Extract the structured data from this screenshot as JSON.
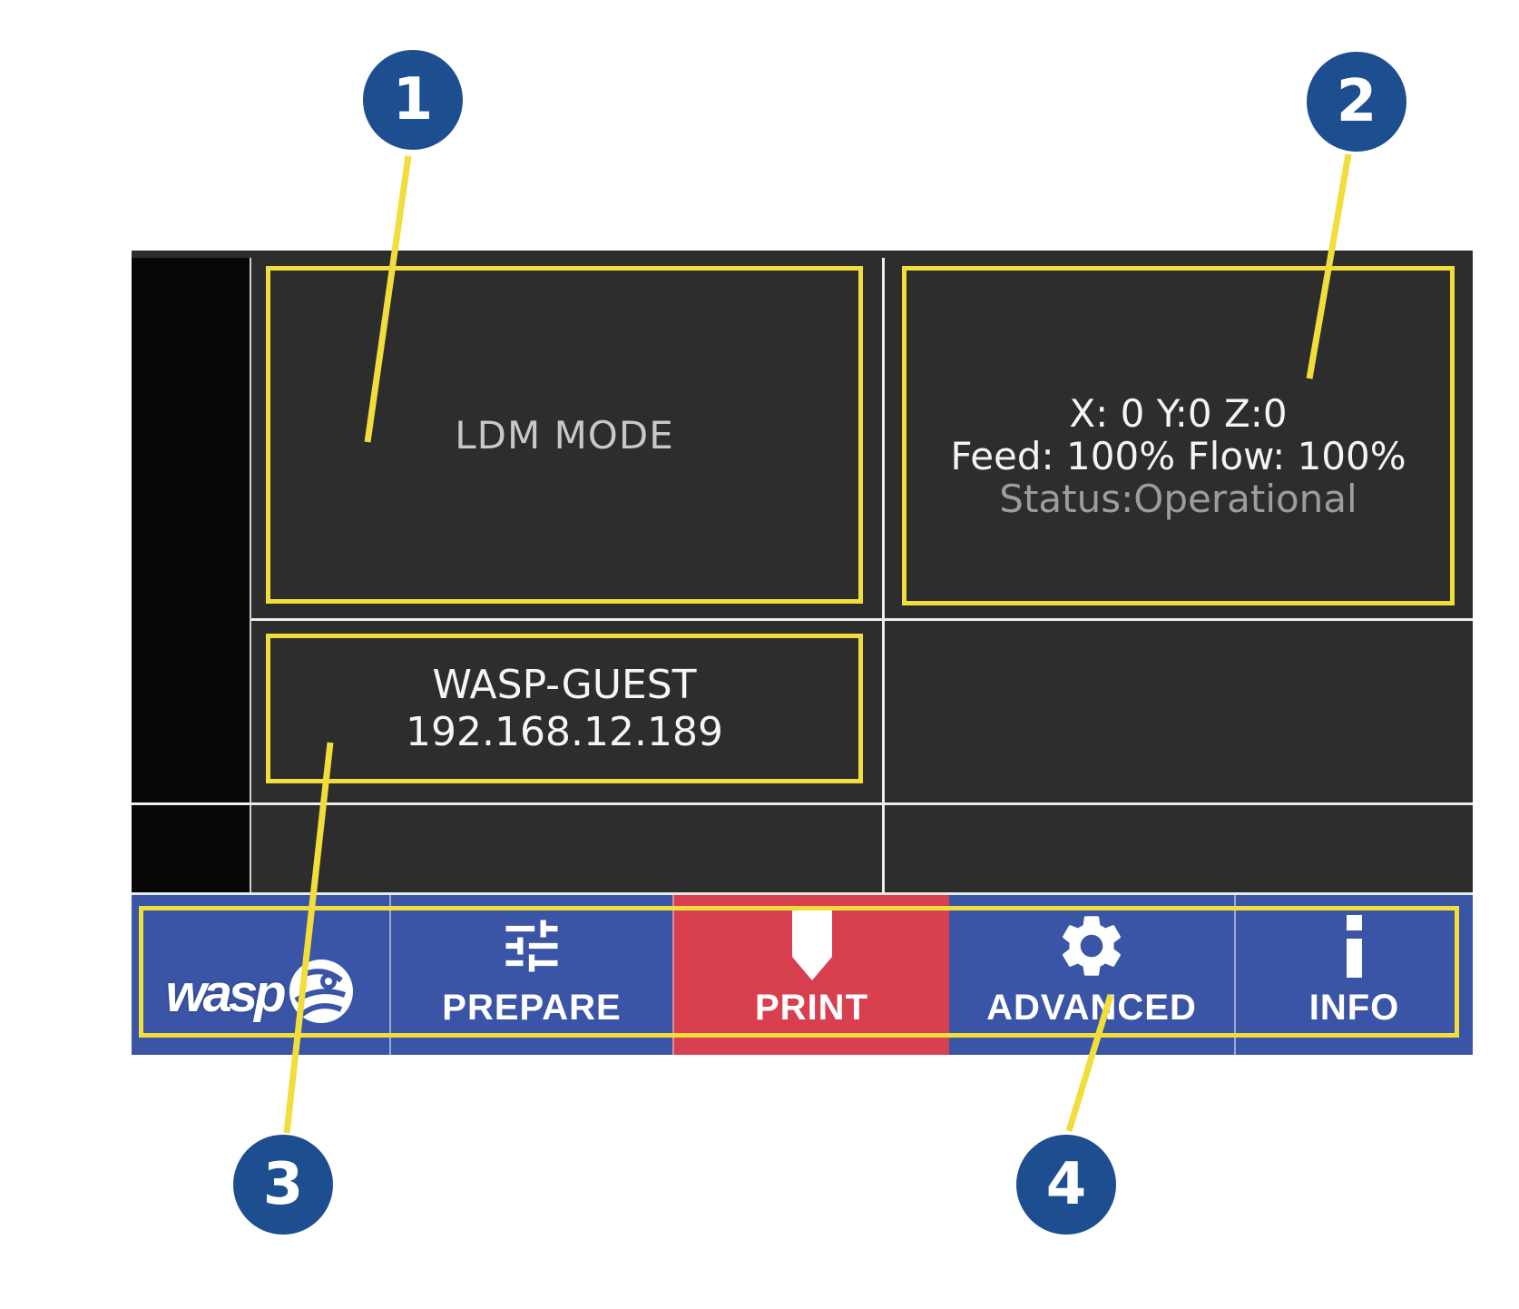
{
  "panel": {
    "mode_label": "LDM MODE",
    "status_box": {
      "line1": "X: 0 Y:0 Z:0",
      "line2": "Feed: 100% Flow: 100%",
      "line3": "Status:Operational"
    },
    "network_box": {
      "ssid": "WASP-GUEST",
      "ip": "192.168.12.189"
    }
  },
  "nav": {
    "brand": "wasp",
    "items": [
      {
        "label": "PREPARE",
        "icon": "tune-sliders-icon"
      },
      {
        "label": "PRINT",
        "icon": "print-nozzle-icon",
        "active": true
      },
      {
        "label": "ADVANCED",
        "icon": "gear-icon"
      },
      {
        "label": "INFO",
        "icon": "info-icon"
      }
    ]
  },
  "callouts": {
    "c1": "1",
    "c2": "2",
    "c3": "3",
    "c4": "4"
  },
  "colors": {
    "nav_blue": "#3b55a6",
    "print_red": "#d8404f",
    "highlight_yellow": "#f1dd3c",
    "callout_blue": "#1d4e90",
    "screen_dark": "#2d2d2d"
  }
}
